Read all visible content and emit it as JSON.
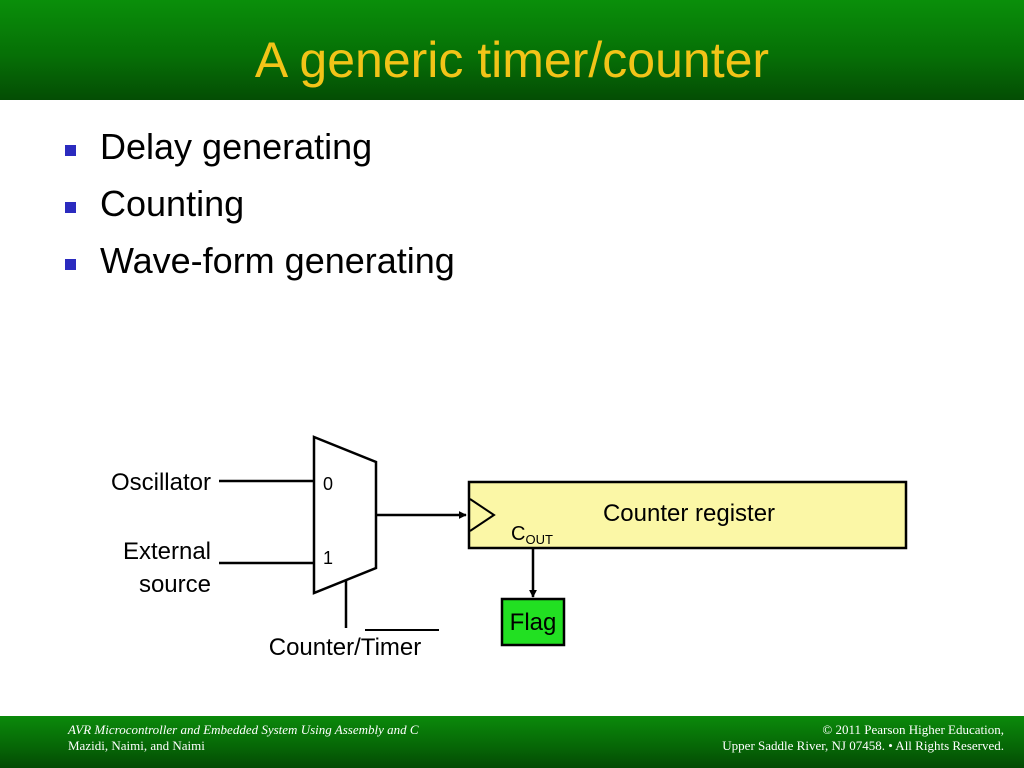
{
  "slide": {
    "title": "A generic timer/counter",
    "bullets": [
      "Delay generating",
      "Counting",
      "Wave-form generating"
    ]
  },
  "diagram": {
    "input_oscillator": "Oscillator",
    "input_external_line1": "External",
    "input_external_line2": "source",
    "mux_input0": "0",
    "mux_input1": "1",
    "select_label": "Counter/Timer",
    "register_label": "Counter register",
    "cout_main": "C",
    "cout_sub": "OUT",
    "flag_label": "Flag"
  },
  "footer": {
    "left_line1": "AVR Microcontroller and Embedded System Using Assembly and C",
    "left_line2": "Mazidi, Naimi, and Naimi",
    "right_line1": "© 2011   Pearson Higher Education,",
    "right_line2": "Upper Saddle River, NJ 07458. • All Rights Reserved."
  },
  "colors": {
    "header_green": "#067006",
    "title_yellow": "#f2c418",
    "bullet_blue": "#2b2bbf",
    "register_fill": "#fbf7a6",
    "flag_fill": "#22e022"
  }
}
